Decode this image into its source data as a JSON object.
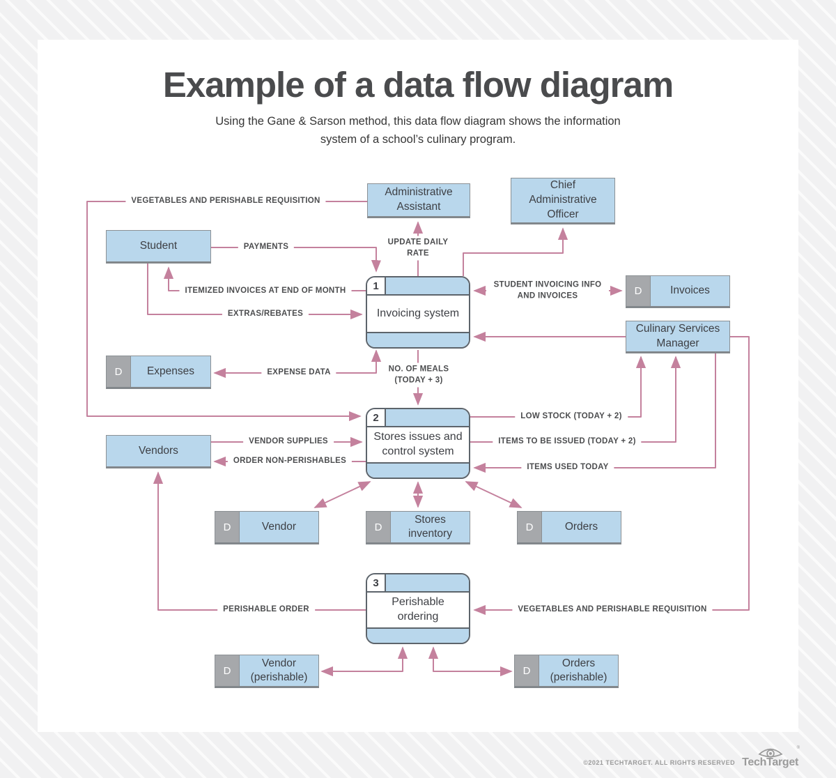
{
  "page": {
    "title": "Example of a data flow diagram",
    "subtitle": "Using the Gane & Sarson method, this data flow diagram shows the information system of a school’s culinary program."
  },
  "colors": {
    "box_blue": "#b9d7ec",
    "store_tab_gray": "#a6a8ab",
    "arrow_pink": "#c4819d",
    "process_border": "#5d646b",
    "label_text": "#4c4d4f"
  },
  "diagram": {
    "entities": {
      "admin_assistant": {
        "label": "Administrative Assistant"
      },
      "chief_admin_officer": {
        "label": "Chief Administrative Officer"
      },
      "student": {
        "label": "Student"
      },
      "culinary_services_manager": {
        "label": "Culinary Services Manager"
      },
      "vendors": {
        "label": "Vendors"
      }
    },
    "processes": [
      {
        "number": "1",
        "label": "Invoicing system"
      },
      {
        "number": "2",
        "label": "Stores issues and control system"
      },
      {
        "number": "3",
        "label": "Perishable ordering"
      }
    ],
    "stores": {
      "invoices": {
        "d": "D",
        "label": "Invoices"
      },
      "expenses": {
        "d": "D",
        "label": "Expenses"
      },
      "vendor": {
        "d": "D",
        "label": "Vendor"
      },
      "stores_inventory": {
        "d": "D",
        "label": "Stores inventory"
      },
      "orders": {
        "d": "D",
        "label": "Orders"
      },
      "vendor_perishable": {
        "d": "D",
        "label": "Vendor (perishable)"
      },
      "orders_perishable": {
        "d": "D",
        "label": "Orders (perishable)"
      }
    },
    "flows": {
      "veg_requisition_top": "VEGETABLES AND PERISHABLE REQUISITION",
      "payments": "PAYMENTS",
      "update_daily_rate": "UPDATE DAILY RATE",
      "itemized_invoices": "ITEMIZED INVOICES AT END OF MONTH",
      "extras_rebates": "EXTRAS/REBATES",
      "student_invoicing": "STUDENT INVOICING INFO AND INVOICES",
      "expense_data": "EXPENSE DATA",
      "no_of_meals": "NO. OF MEALS (TODAY + 3)",
      "low_stock": "LOW STOCK (TODAY + 2)",
      "items_to_be_issued": "ITEMS TO BE ISSUED (TODAY + 2)",
      "items_used_today": "ITEMS USED TODAY",
      "vendor_supplies": "VENDOR SUPPLIES",
      "order_non_perishables": "ORDER NON-PERISHABLES",
      "perishable_order": "PERISHABLE ORDER",
      "veg_requisition_bottom": "VEGETABLES AND PERISHABLE REQUISITION"
    }
  },
  "footer": {
    "copyright": "©2021 TECHTARGET. ALL RIGHTS RESERVED",
    "brand": "TechTarget"
  }
}
